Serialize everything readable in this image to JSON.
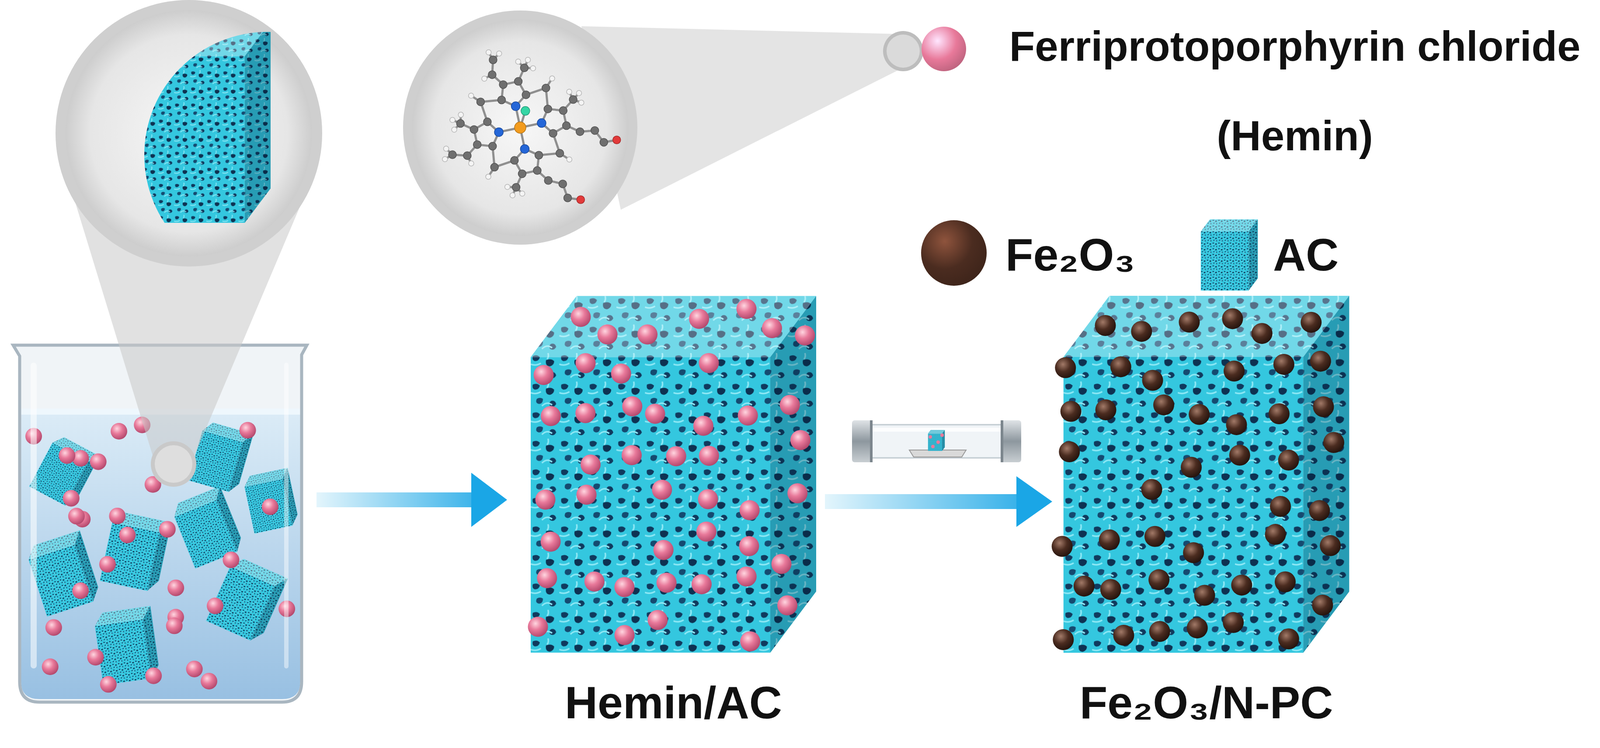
{
  "diagram": {
    "nodes": [
      {
        "text": [
          "Hemin/AC"
        ]
      },
      {
        "text": [
          "Fe₂O₃/N-PC"
        ]
      }
    ],
    "edges": [
      {
        "from": 0,
        "to": 1,
        "arrow": "to"
      }
    ],
    "legend": [
      {
        "text": "Ferriprotoporphyrin chloride (Hemin)",
        "color": "#e8799a"
      },
      {
        "text": "Fe₂O₃",
        "color": "#4b2c20"
      },
      {
        "text": "AC"
      }
    ]
  }
}
